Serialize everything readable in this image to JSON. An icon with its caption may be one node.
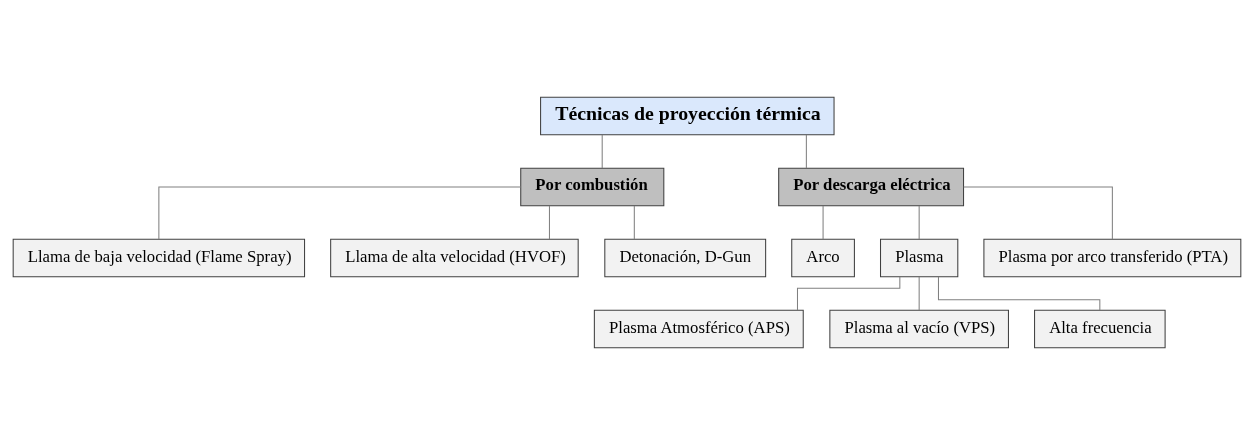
{
  "diagram": {
    "nodes": [
      {
        "text": [
          "Técnicas de proyección térmica"
        ]
      },
      {
        "text": [
          "Por combustión"
        ]
      },
      {
        "text": [
          "Por descarga eléctrica"
        ]
      },
      {
        "text": [
          "Llama de baja velocidad (Flame Spray)"
        ]
      },
      {
        "text": [
          "Llama de alta velocidad (HVOF)"
        ]
      },
      {
        "text": [
          "Detonación, D-Gun"
        ]
      },
      {
        "text": [
          "Arco"
        ]
      },
      {
        "text": [
          "Plasma"
        ]
      },
      {
        "text": [
          "Plasma por arco transferido (PTA)"
        ]
      },
      {
        "text": [
          "Plasma Atmosférico (APS)"
        ]
      },
      {
        "text": [
          "Plasma al vacío (VPS)"
        ]
      },
      {
        "text": [
          "Alta frecuencia"
        ]
      }
    ],
    "edges": [
      {
        "from": 0,
        "to": 1,
        "arrow": "none"
      },
      {
        "from": 0,
        "to": 2,
        "arrow": "none"
      },
      {
        "from": 1,
        "to": 3,
        "arrow": "none"
      },
      {
        "from": 1,
        "to": 4,
        "arrow": "none"
      },
      {
        "from": 1,
        "to": 5,
        "arrow": "none"
      },
      {
        "from": 2,
        "to": 6,
        "arrow": "none"
      },
      {
        "from": 2,
        "to": 7,
        "arrow": "none"
      },
      {
        "from": 2,
        "to": 8,
        "arrow": "none"
      },
      {
        "from": 7,
        "to": 9,
        "arrow": "none"
      },
      {
        "from": 7,
        "to": 10,
        "arrow": "none"
      },
      {
        "from": 7,
        "to": 11,
        "arrow": "none"
      }
    ]
  }
}
